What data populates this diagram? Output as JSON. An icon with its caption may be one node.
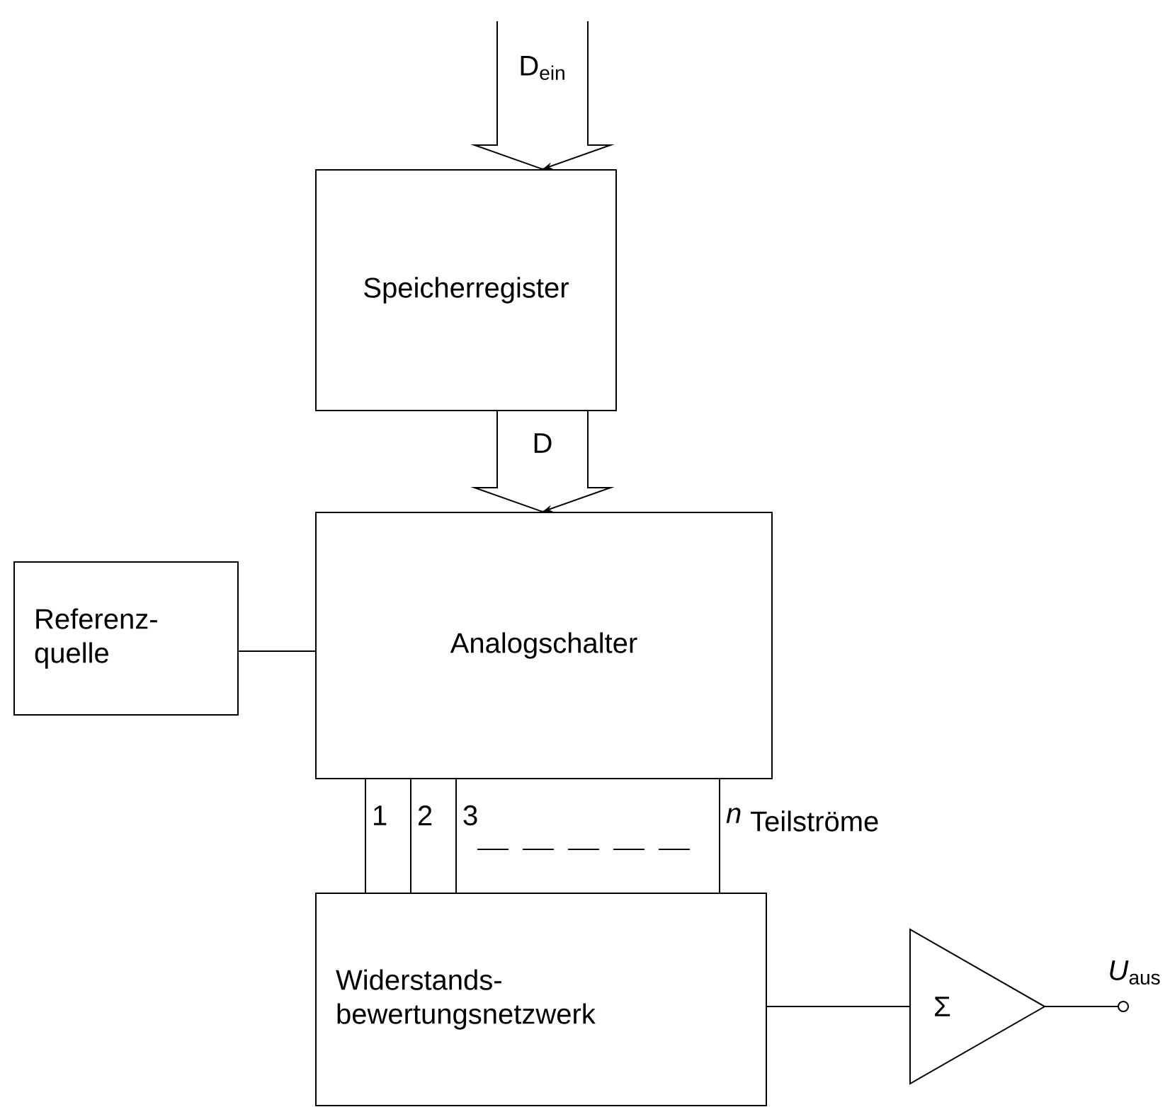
{
  "diagram": {
    "nodes": [
      {
        "text": [
          "Speicherregister"
        ]
      },
      {
        "text": [
          "Analogschalter"
        ]
      },
      {
        "text": [
          "Referenz- quelle"
        ]
      },
      {
        "text": [
          "Widerstands- bewertungsnetzwerk"
        ]
      },
      {
        "text": [
          "Σ"
        ]
      },
      {
        "text": [],
        "shape": "circle",
        "beside": [
          "*U*$_{aus}$"
        ]
      }
    ],
    "edges": [
      {
        "from": null,
        "to": 0,
        "arrow": "to",
        "label": "D$_{ein}$"
      },
      {
        "from": 0,
        "to": 1,
        "arrow": "to",
        "label": "D"
      },
      {
        "from": 2,
        "to": 1,
        "arrow": "none"
      },
      {
        "from": 1,
        "to": 3,
        "arrow": "none",
        "label": "1"
      },
      {
        "from": 1,
        "to": 3,
        "arrow": "none",
        "label": "2"
      },
      {
        "from": 1,
        "to": 3,
        "arrow": "none",
        "label": "3"
      },
      {
        "from": 1,
        "to": 3,
        "arrow": "none",
        "label": "*n*"
      },
      {
        "from": 3,
        "to": 4,
        "arrow": "none"
      },
      {
        "from": 4,
        "to": 5,
        "arrow": "none"
      }
    ],
    "labels": [
      "Teilströme"
    ]
  }
}
